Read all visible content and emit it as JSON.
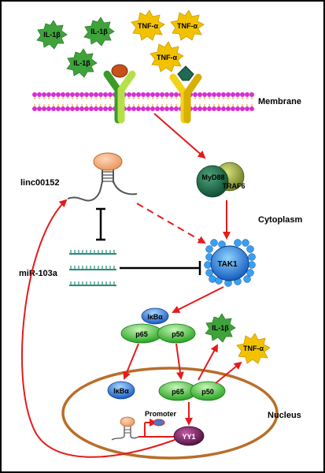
{
  "labels": {
    "membrane": "Membrane",
    "cytoplasm": "Cytoplasm",
    "nucleus": "Nucleus",
    "linc": "linc00152",
    "mir": "miR-103a",
    "promoter": "Promoter"
  },
  "ligands": {
    "il1b": [
      "IL-1β",
      "IL-1β",
      "IL-1β"
    ],
    "tnfa": [
      "TNF-α",
      "TNF-α",
      "TNF-α"
    ]
  },
  "proteins": {
    "myd88": "MyD88",
    "traf6": "TRAF6",
    "tak1": "TAK1",
    "ikba": "IκBα",
    "p65": "p65",
    "p50": "p50",
    "ikba_nuc": "IκBα",
    "p65_nuc": "p65",
    "p50_nuc": "p50",
    "yy1": "YY1",
    "il1b_out": "IL-1β",
    "tnfa_out": "TNF-α"
  },
  "colors": {
    "activation_arrow": "#e51b1b",
    "inhibition": "#000000",
    "il1b": "#3fa33b",
    "tnfa": "#f2c200",
    "membrane_head": "#d62fd6",
    "nucleus": "#b86e2a",
    "tak1": "#1c7ed8",
    "nfkb": "#46c341",
    "yy1": "#6d1d5a"
  }
}
